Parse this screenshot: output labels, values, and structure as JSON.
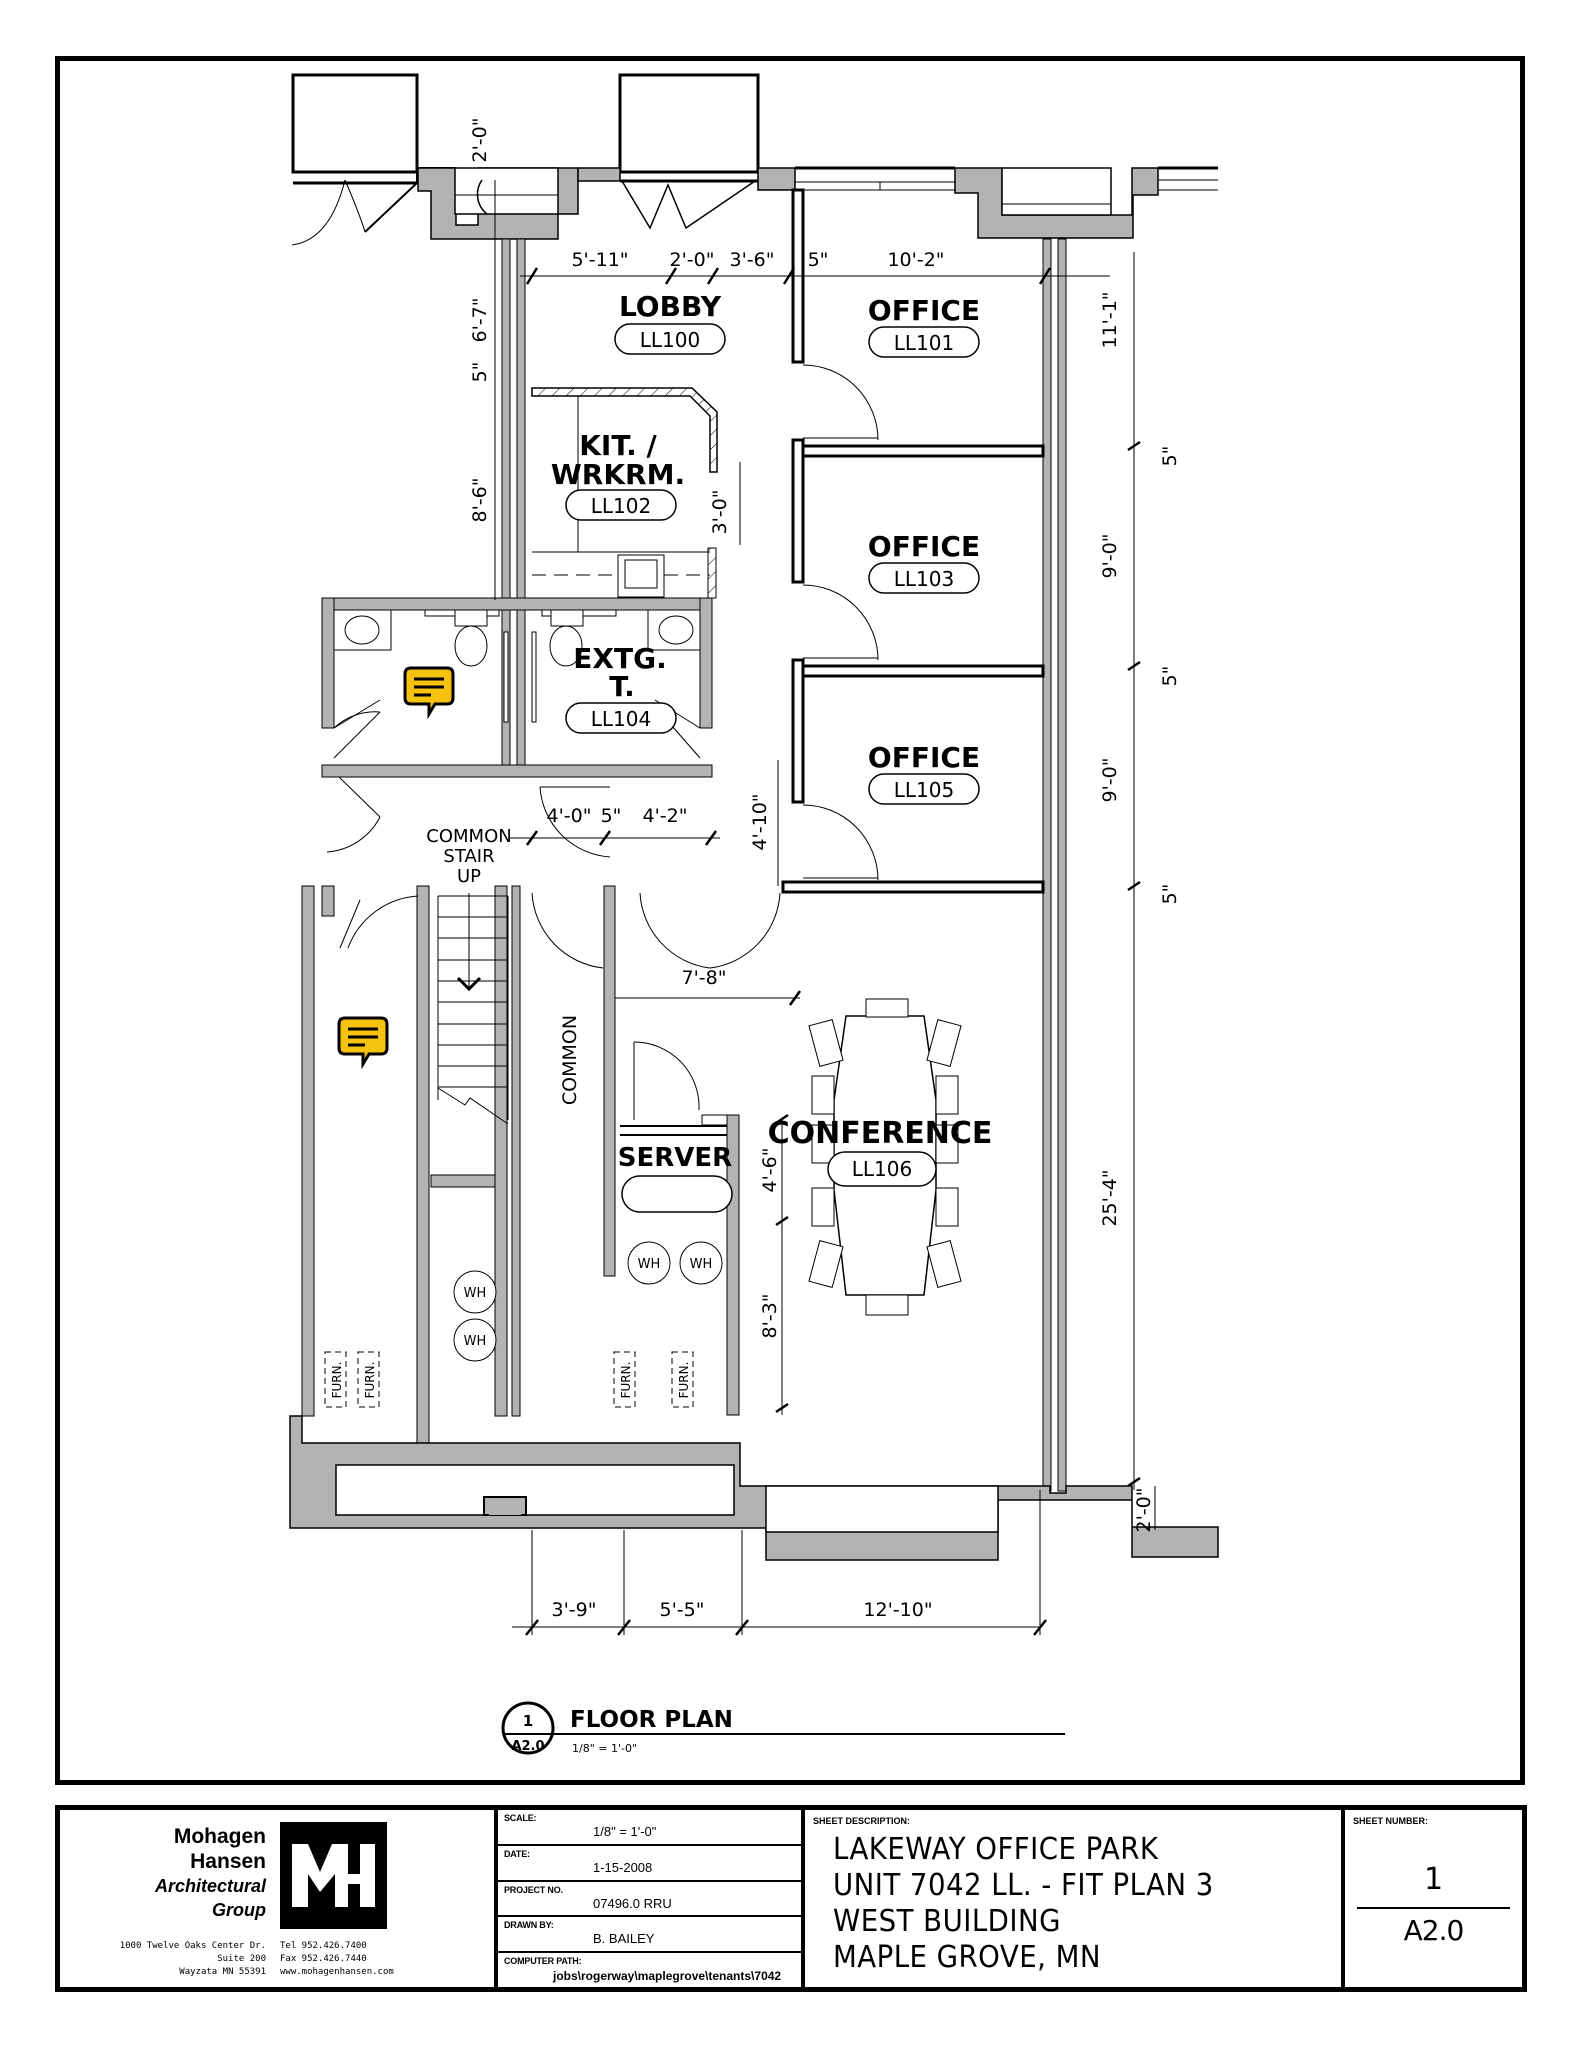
{
  "drawing": {
    "title": "FLOOR PLAN",
    "scale_note": "1/8\" = 1'-0\"",
    "callout": {
      "detail_number": "1",
      "sheet_ref": "A2.0"
    },
    "colors": {
      "wall_fill": "#b3b3b3",
      "line": "#000000",
      "comment_icon": "#f5c20f"
    },
    "rooms": [
      {
        "name": "LOBBY",
        "number": "LL100"
      },
      {
        "name": "OFFICE",
        "number": "LL101"
      },
      {
        "name_line1": "KIT. /",
        "name_line2": "WRKRM.",
        "number": "LL102"
      },
      {
        "name": "OFFICE",
        "number": "LL103"
      },
      {
        "name_line1": "EXTG.",
        "name_line2": "T.",
        "number": "LL104"
      },
      {
        "name": "OFFICE",
        "number": "LL105"
      },
      {
        "name": "CONFERENCE",
        "number": "LL106"
      },
      {
        "name": "SERVER",
        "number": ""
      }
    ],
    "notes": {
      "common_stair_1": "COMMON",
      "common_stair_2": "STAIR",
      "common_stair_3": "UP",
      "common_corridor": "COMMON",
      "water_heater": "WH",
      "furnace": "FURN."
    },
    "dimensions": {
      "top": [
        "5'-11\"",
        "2'-0\"",
        "3'-6\"",
        "5\"",
        "10'-2\""
      ],
      "top_left_vertical": "2'-0\"",
      "left_vertical": [
        "6'-7\"",
        "5\"",
        "8'-6\""
      ],
      "kitchen_counter": "3'-0\"",
      "right_vertical": [
        "11'-1\"",
        "5\"",
        "9'-0\"",
        "5\"",
        "9'-0\"",
        "5\"",
        "25'-4\""
      ],
      "bottom_right_vertical": "2'-0\"",
      "corridor": [
        "4'-0\"",
        "5\"",
        "4'-2\""
      ],
      "corridor_vertical": "4'-10\"",
      "conf_door": "7'-8\"",
      "conference_vertical": [
        "4'-6\"",
        "8'-3\""
      ],
      "bottom": [
        "3'-9\"",
        "5'-5\"",
        "12'-10\""
      ]
    }
  },
  "title_block": {
    "firm": {
      "name_line1": "Mohagen",
      "name_line2": "Hansen",
      "sub_line1": "Architectural",
      "sub_line2": "Group",
      "logo_text": "MH",
      "address_line1": "1000 Twelve Oaks Center Dr.",
      "address_line2": "Suite 200",
      "address_line3": "Wayzata MN 55391",
      "tel": "Tel  952.426.7400",
      "fax": "Fax  952.426.7440",
      "web": "www.mohagenhansen.com"
    },
    "info": [
      {
        "label": "SCALE:",
        "value": "1/8\" = 1'-0\""
      },
      {
        "label": "DATE:",
        "value": "1-15-2008"
      },
      {
        "label": "PROJECT NO.",
        "value": "07496.0 RRU"
      },
      {
        "label": "DRAWN BY:",
        "value": "B. BAILEY"
      },
      {
        "label": "COMPUTER PATH:",
        "value": "jobs\\rogerway\\maplegrove\\tenants\\7042"
      }
    ],
    "description": {
      "label": "SHEET DESCRIPTION:",
      "line1": "LAKEWAY OFFICE PARK",
      "line2": "UNIT 7042 LL. - FIT PLAN 3",
      "line3": "WEST BUILDING",
      "line4": "MAPLE GROVE,  MN"
    },
    "sheet": {
      "label": "SHEET NUMBER:",
      "number": "1",
      "ref": "A2.0"
    }
  }
}
